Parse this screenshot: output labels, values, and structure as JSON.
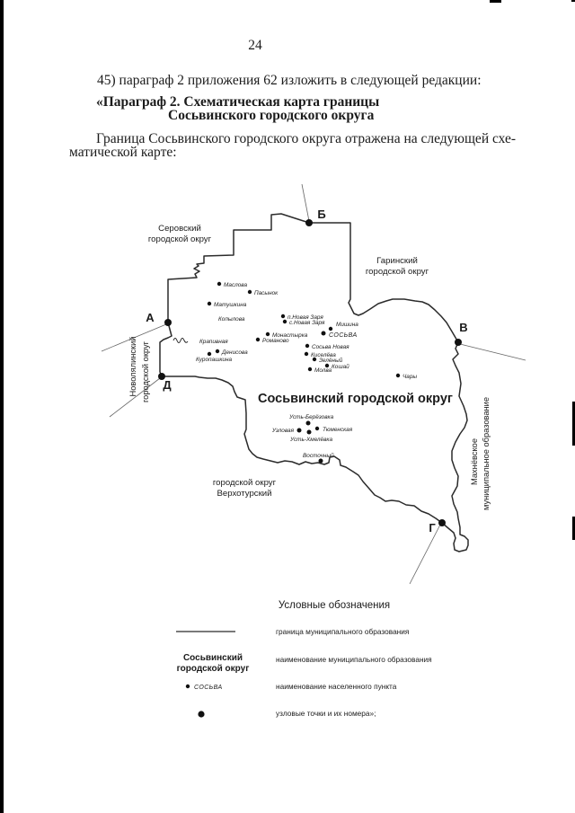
{
  "page": {
    "number": "24"
  },
  "paragraphs": {
    "intro": "45) параграф 2 приложения 62 изложить в следующей редакции:",
    "heading_line1": "«Параграф 2. Схематическая карта границы",
    "heading_line2": "Сосьвинского городского округа",
    "body_line1": "Граница Сосьвинского городского округа отражена на следующей схе-",
    "body_line2": "матической карте:"
  },
  "map": {
    "title": "Сосьвинский городской округ",
    "neighbors": {
      "serovsky": [
        "Серовский",
        "городской округ"
      ],
      "garinsky": [
        "Гаринский",
        "городской округ"
      ],
      "verkhotursky": [
        "городской округ",
        "Верхотурский"
      ],
      "novolyalinsky": [
        "Новолялинский",
        "городской округ"
      ],
      "makhnevskoe": [
        "Махнёвское",
        "муниципальное образование"
      ]
    },
    "nodes": [
      {
        "label": "А"
      },
      {
        "label": "Б"
      },
      {
        "label": "В"
      },
      {
        "label": "Г"
      },
      {
        "label": "Д"
      }
    ],
    "settlements": [
      {
        "name": "Маслова"
      },
      {
        "name": "Пасынок"
      },
      {
        "name": "Матушкина"
      },
      {
        "name": "Копылова"
      },
      {
        "name": "п.Новая Заря"
      },
      {
        "name": "с.Новая Заря"
      },
      {
        "name": "Мишина"
      },
      {
        "name": "СОСЬВА"
      },
      {
        "name": "Монастырка"
      },
      {
        "name": "Романово"
      },
      {
        "name": "Сосьва Новая"
      },
      {
        "name": "Киселёва"
      },
      {
        "name": "Зелёный"
      },
      {
        "name": "Кошай"
      },
      {
        "name": "Молва"
      },
      {
        "name": "Крапивная"
      },
      {
        "name": "Денисова"
      },
      {
        "name": "Куропашкина"
      },
      {
        "name": "Чары"
      },
      {
        "name": "Усть-Берёзовка"
      },
      {
        "name": "Узловая"
      },
      {
        "name": "Тюменская"
      },
      {
        "name": "Усть-Хмелёвка"
      },
      {
        "name": "Восточный"
      }
    ]
  },
  "legend": {
    "title": "Условные обозначения",
    "items": [
      {
        "label": "граница муниципального образования"
      },
      {
        "symbol_line1": "Сосьвинский",
        "symbol_line2": "городской округ",
        "label": "наименование муниципального образования"
      },
      {
        "symbol": "СОСЬВА",
        "label": "наименование населенного пункта"
      },
      {
        "label": "узловые точки и их номера»;"
      }
    ]
  },
  "colors": {
    "ink": "#1b1b1b",
    "boundary": "#2b2b2b",
    "leader": "#666666"
  }
}
